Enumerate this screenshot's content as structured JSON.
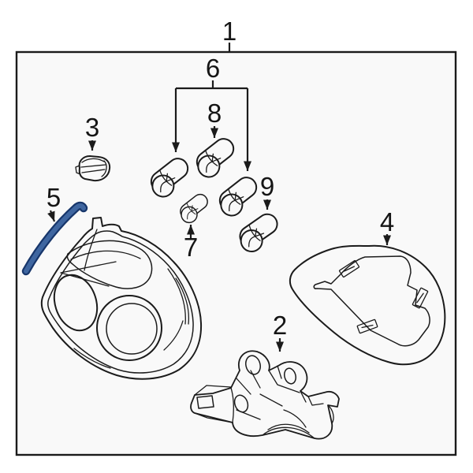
{
  "diagram": {
    "callouts": [
      {
        "label": "1"
      },
      {
        "label": "2"
      },
      {
        "label": "3"
      },
      {
        "label": "4"
      },
      {
        "label": "5"
      },
      {
        "label": "6"
      },
      {
        "label": "7"
      },
      {
        "label": "8"
      },
      {
        "label": "9"
      }
    ],
    "colors": {
      "background": "#ffffff",
      "panel_fill": "#f9f9f9",
      "line": "#1b1b1b",
      "label_text": "#151515",
      "highlight_fill": "#3f66a0",
      "highlight_outline": "#17366b"
    }
  }
}
